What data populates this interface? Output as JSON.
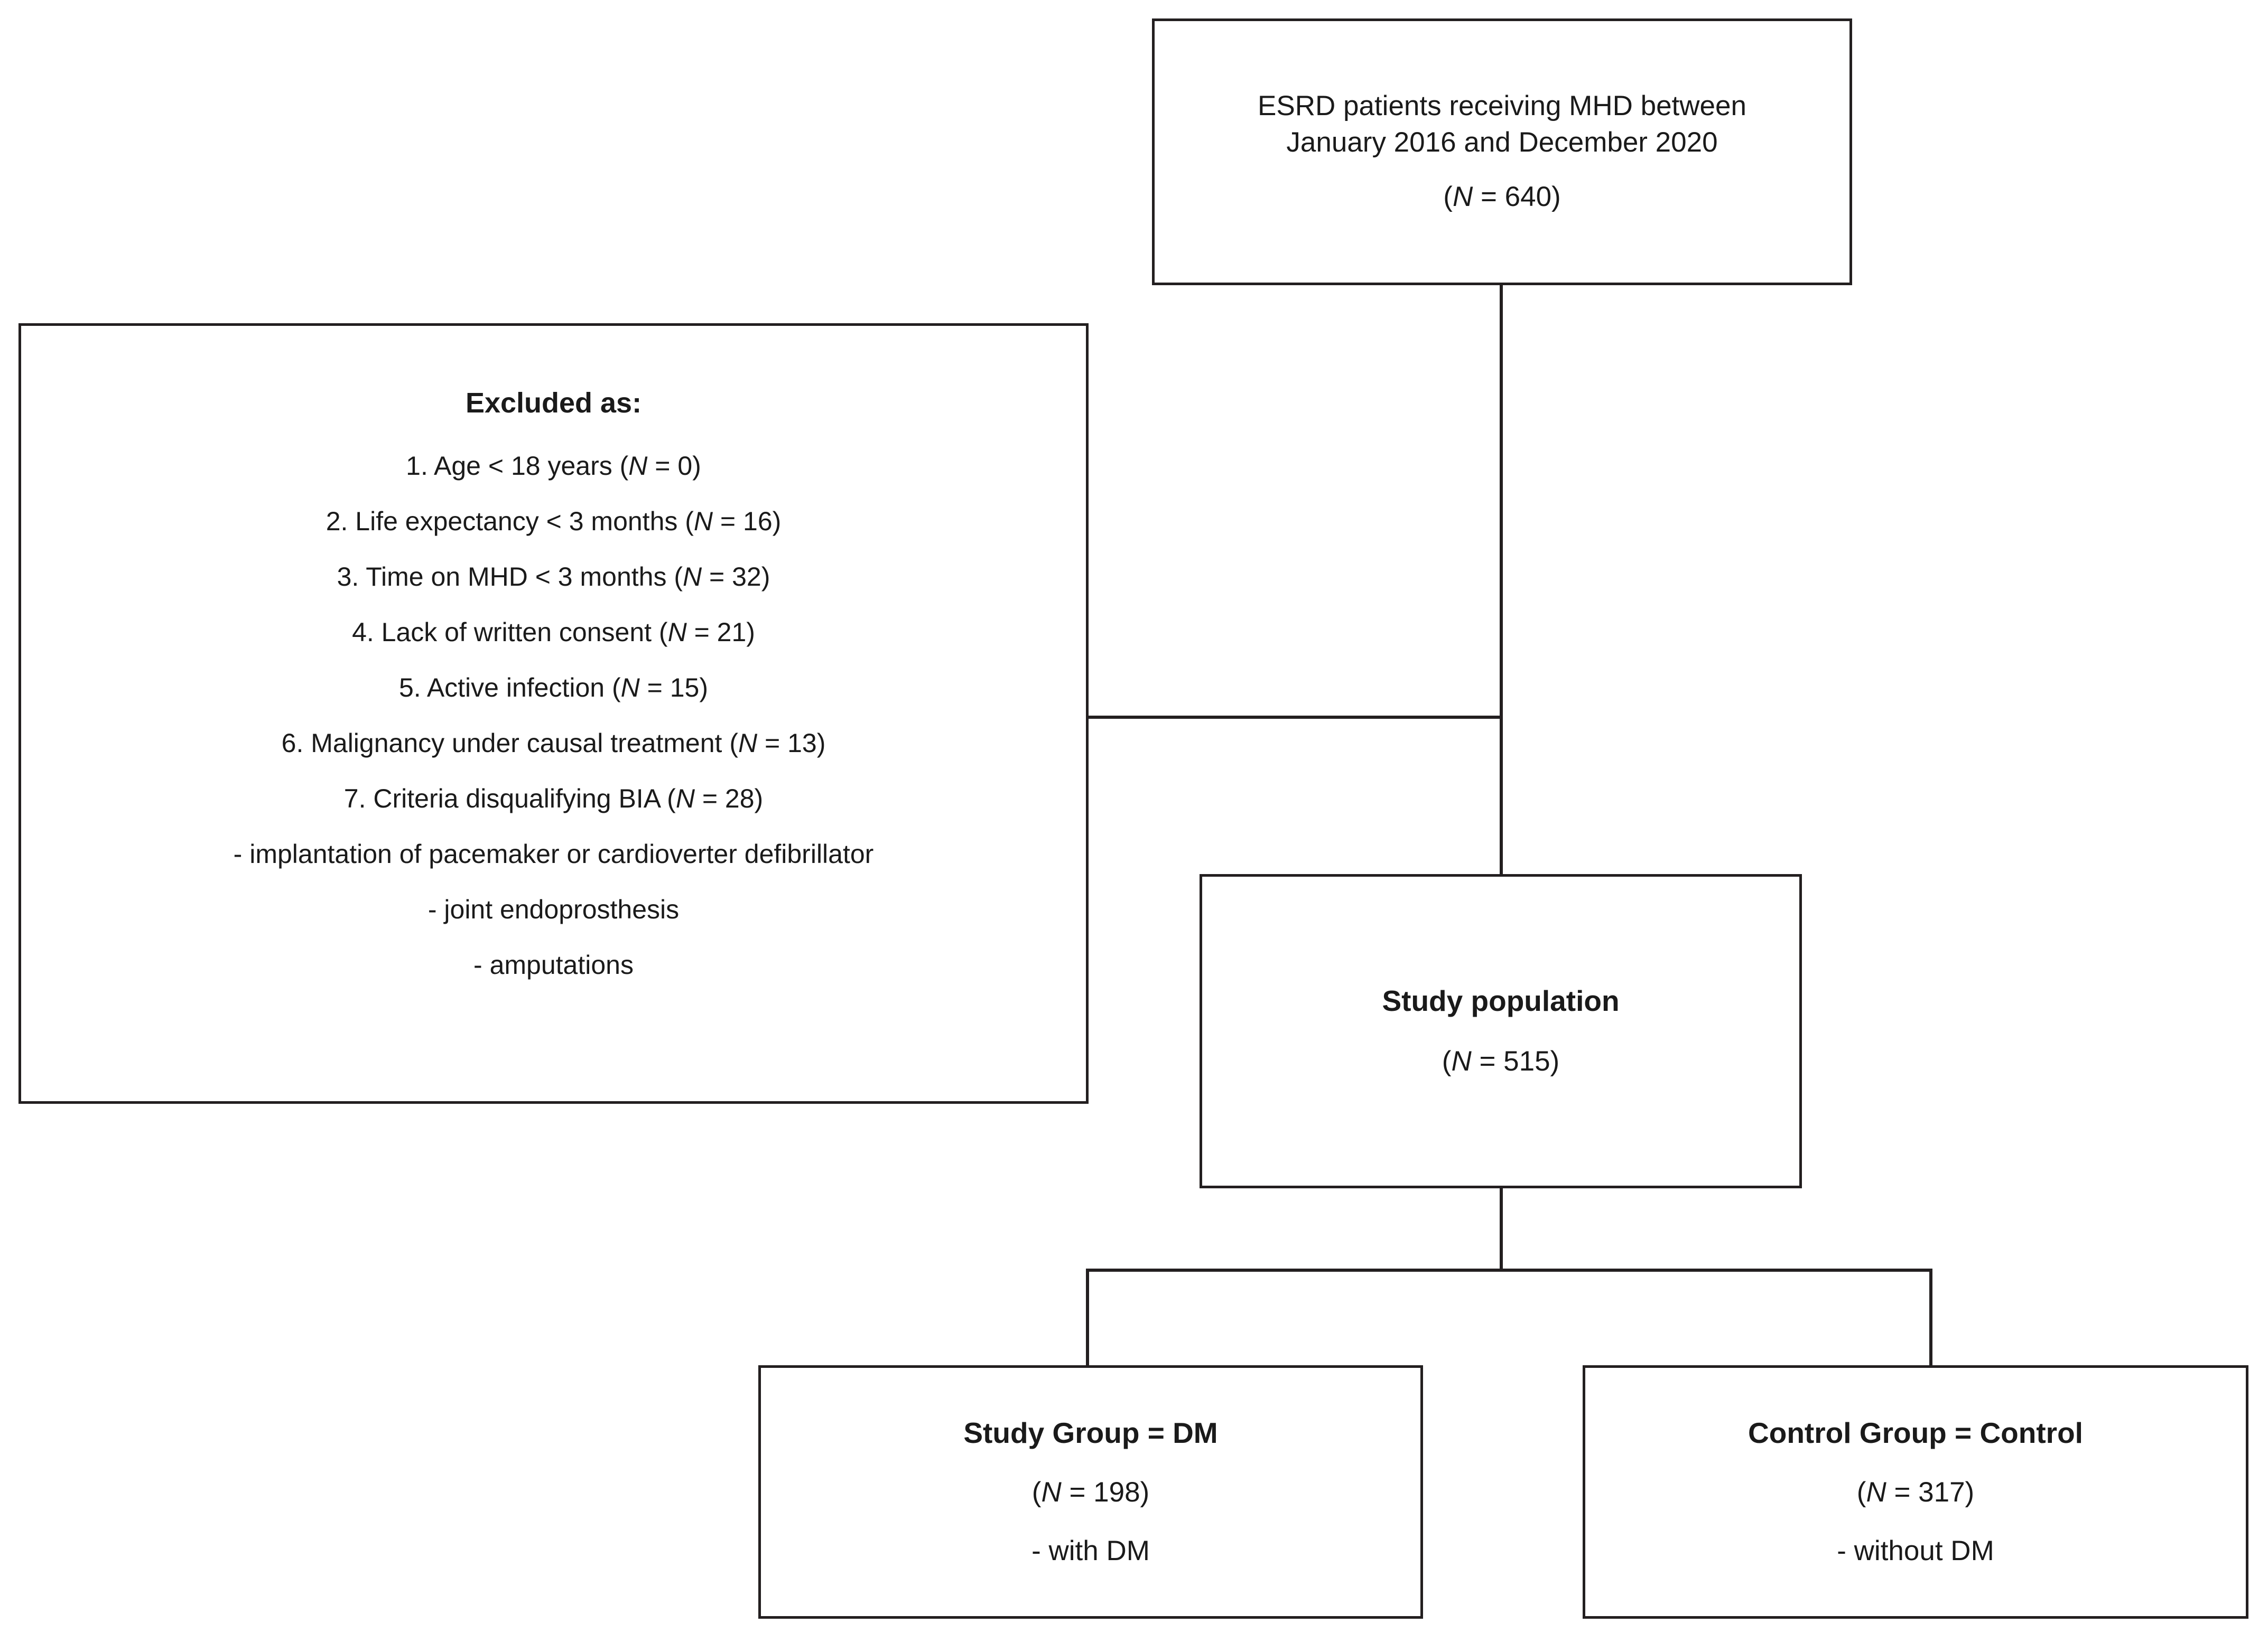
{
  "source_box": {
    "line1": "ESRD patients receiving MHD between",
    "line2": "January 2016 and December 2020",
    "n_prefix": "(",
    "n_var": "N",
    "n_value": " = 640)"
  },
  "excluded_box": {
    "heading": "Excluded as:",
    "criteria": [
      {
        "text": "1. Age < 18 years  (",
        "n_var": "N",
        "n_value": " = 0)"
      },
      {
        "text": "2. Life expectancy < 3 months  (",
        "n_var": "N",
        "n_value": " = 16)"
      },
      {
        "text": "3. Time on MHD < 3 months (",
        "n_var": "N",
        "n_value": " = 32)"
      },
      {
        "text": "4. Lack of written consent (",
        "n_var": "N",
        "n_value": " = 21)"
      },
      {
        "text": "5. Active infection (",
        "n_var": "N",
        "n_value": " = 15)"
      },
      {
        "text": "6. Malignancy under causal treatment (",
        "n_var": "N",
        "n_value": " = 13)"
      },
      {
        "text": "7. Criteria disqualifying BIA (",
        "n_var": "N",
        "n_value": " = 28)"
      }
    ],
    "sub_items": [
      "- implantation of pacemaker or cardioverter defibrillator",
      "- joint endoprosthesis",
      "- amputations"
    ]
  },
  "population_box": {
    "title": "Study population",
    "n_prefix": "(",
    "n_var": "N",
    "n_value": " = 515)"
  },
  "study_group_box": {
    "title": "Study Group = DM",
    "n_prefix": "(",
    "n_var": "N",
    "n_value": " = 198)",
    "note": "- with DM"
  },
  "control_group_box": {
    "title": "Control Group = Control",
    "n_prefix": "(",
    "n_var": "N",
    "n_value": " = 317)",
    "note": "- without DM"
  },
  "colors": {
    "stroke": "#231f20",
    "background": "#ffffff",
    "text": "#1a1a1a"
  }
}
